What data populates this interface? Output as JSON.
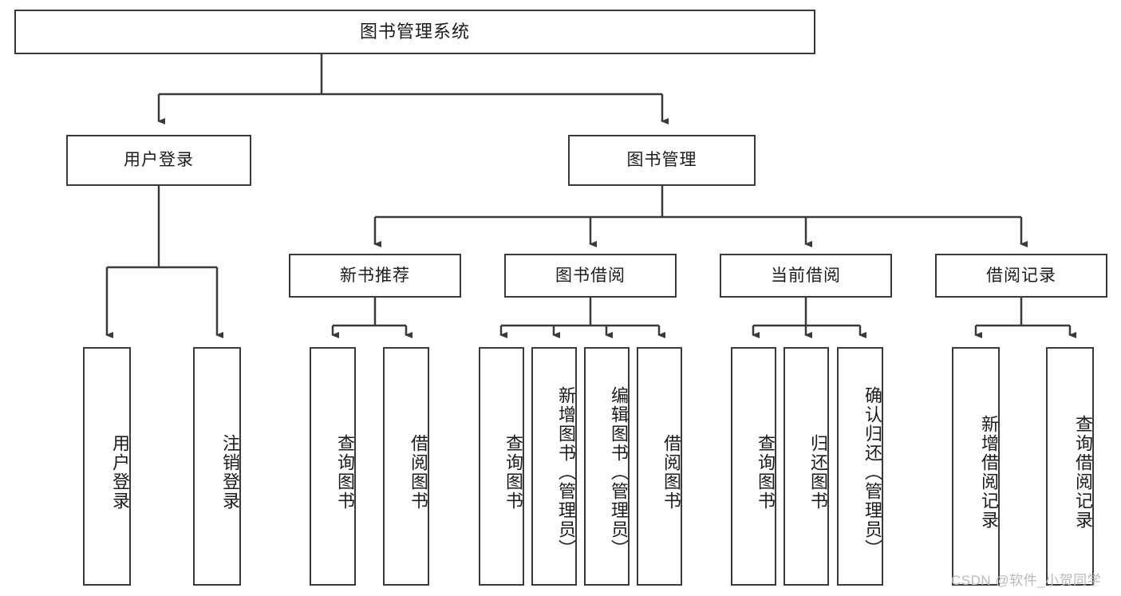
{
  "diagram": {
    "type": "tree",
    "title": "图书管理系统",
    "orientation": "top-down",
    "levels": 4,
    "line_color": "#3a3a3a",
    "box_fill": "#ffffff",
    "text_color": "#1b1b1b"
  },
  "root": {
    "label": "图书管理系统"
  },
  "level2": [
    {
      "label": "用户登录"
    },
    {
      "label": "图书管理"
    }
  ],
  "level3": [
    {
      "label": "新书推荐"
    },
    {
      "label": "图书借阅"
    },
    {
      "label": "当前借阅"
    },
    {
      "label": "借阅记录"
    }
  ],
  "leaves": {
    "user_login": [
      {
        "label": "用户登录"
      },
      {
        "label": "注销登录"
      }
    ],
    "new_book_recommend": [
      {
        "label": "查询图书"
      },
      {
        "label": "借阅图书"
      }
    ],
    "book_borrow": [
      {
        "label": "查询图书"
      },
      {
        "label": "新增图书（管理员）"
      },
      {
        "label": "编辑图书（管理员）"
      },
      {
        "label": "借阅图书"
      }
    ],
    "current_borrow": [
      {
        "label": "查询图书"
      },
      {
        "label": "归还图书"
      },
      {
        "label": "确认归还（管理员）"
      }
    ],
    "borrow_record": [
      {
        "label": "新增借阅记录"
      },
      {
        "label": "查询借阅记录"
      }
    ]
  },
  "watermark": {
    "text": "CSDN @软件_小贺同学",
    "color": "#b9b9b9"
  }
}
